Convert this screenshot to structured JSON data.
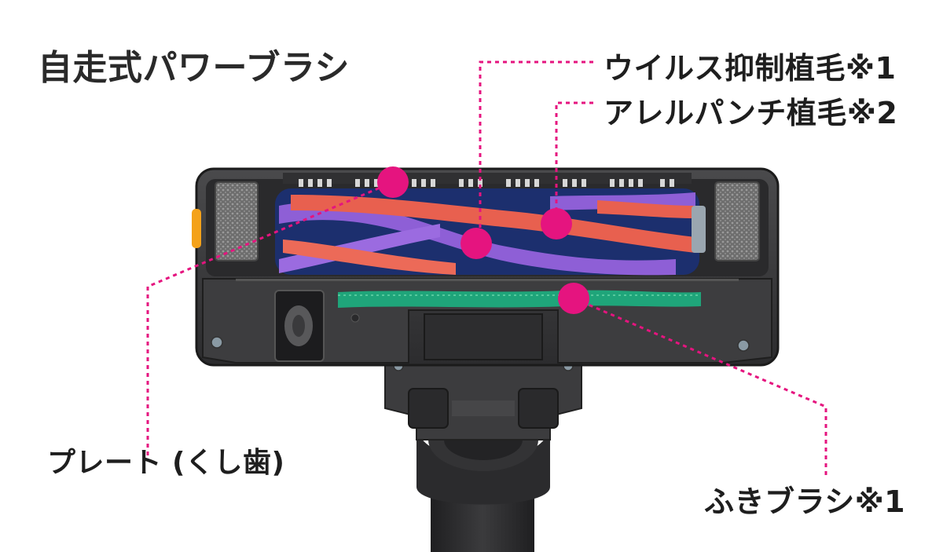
{
  "title": "自走式パワーブラシ",
  "callouts": {
    "virus_bristles": "ウイルス抑制植毛※1",
    "allergen_bristles": "アレルパンチ植毛※2",
    "plate": "プレート (くし歯)",
    "wiper_brush": "ふきブラシ※1"
  },
  "colors": {
    "callout_marker": "#e5147f",
    "bristle_red": "#e8604f",
    "bristle_purple": "#8e5fd6",
    "bristle_blue": "#1c2f6e",
    "wiper_green": "#1fa57a",
    "body_dark": "#3a3a3c",
    "accent_orange": "#f4a21a"
  }
}
